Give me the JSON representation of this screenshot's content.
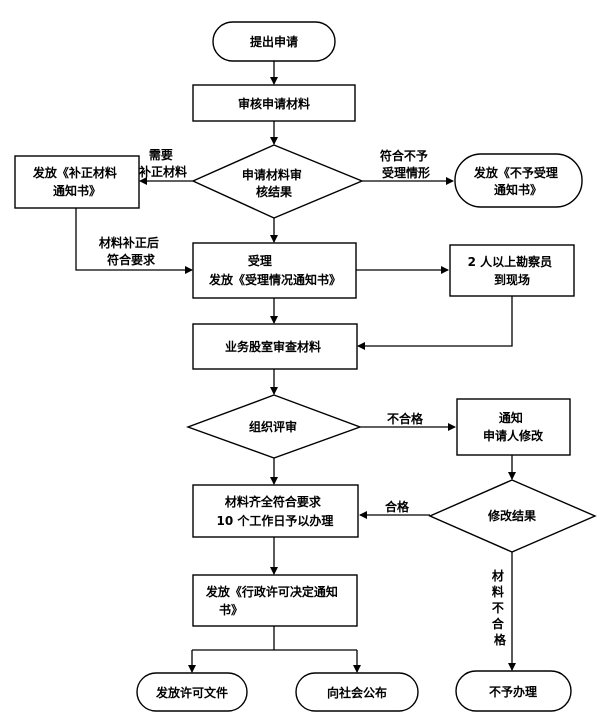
{
  "nodes": {
    "submit": "提出申请",
    "review_materials": "审核申请材料",
    "review_result": [
      "申请材料审",
      "核结果"
    ],
    "supplement_notice": [
      "发放《补正材料",
      "通知书》"
    ],
    "reject_notice": [
      "发放《不予受理",
      "通知书》"
    ],
    "accept": [
      "受理",
      "发放《受理情况通知书》"
    ],
    "site_inspection": [
      "2 人以上勘察员",
      "到现场"
    ],
    "dept_review": "业务股室审查材料",
    "org_review": "组织评审",
    "notify_modify": [
      "通知",
      "申请人修改"
    ],
    "complete_materials": [
      "材料齐全符合要求",
      "10 个工作日予以办理"
    ],
    "modify_result": "修改结果",
    "decision_notice": [
      "发放《行政许可决定通知",
      "书》"
    ],
    "issue_license": "发放许可文件",
    "publish": "向社会公布",
    "not_handled": "不予办理"
  },
  "edges": {
    "need_supplement": [
      "需要",
      "补正材料"
    ],
    "not_accepted": [
      "符合不予",
      "受理情形"
    ],
    "supplement_ok": [
      "材料补正后",
      "符合要求"
    ],
    "unqualified": "不合格",
    "qualified": "合格",
    "materials_unqualified": [
      "材",
      "料",
      "不",
      "合",
      "格"
    ]
  }
}
